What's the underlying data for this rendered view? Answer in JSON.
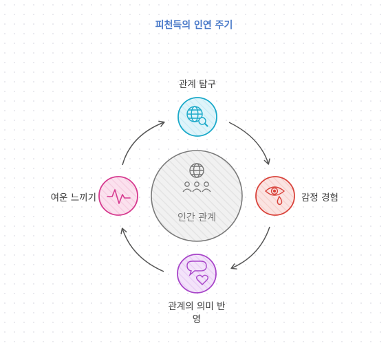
{
  "title": "피천득의 인연 주기",
  "center": {
    "label": "인간 관계",
    "icons": [
      "globe-icon",
      "people-icon"
    ]
  },
  "nodes": [
    {
      "id": "explore",
      "label": "관계 탐구",
      "icon": "globe-search-icon",
      "color": "#1aa9c9"
    },
    {
      "id": "emotion",
      "label": "감정 경험",
      "icon": "eye-tear-icon",
      "color": "#d9423a"
    },
    {
      "id": "reflect",
      "label": "관계의 의미 반\n영",
      "icon": "speech-heart-icon",
      "color": "#a845c9"
    },
    {
      "id": "feel",
      "label": "여운 느끼기",
      "icon": "pulse-icon",
      "color": "#d6398f"
    }
  ],
  "colors": {
    "title": "#4a7ac9",
    "arrow": "#555555",
    "center_stroke": "#7a7a7a"
  }
}
